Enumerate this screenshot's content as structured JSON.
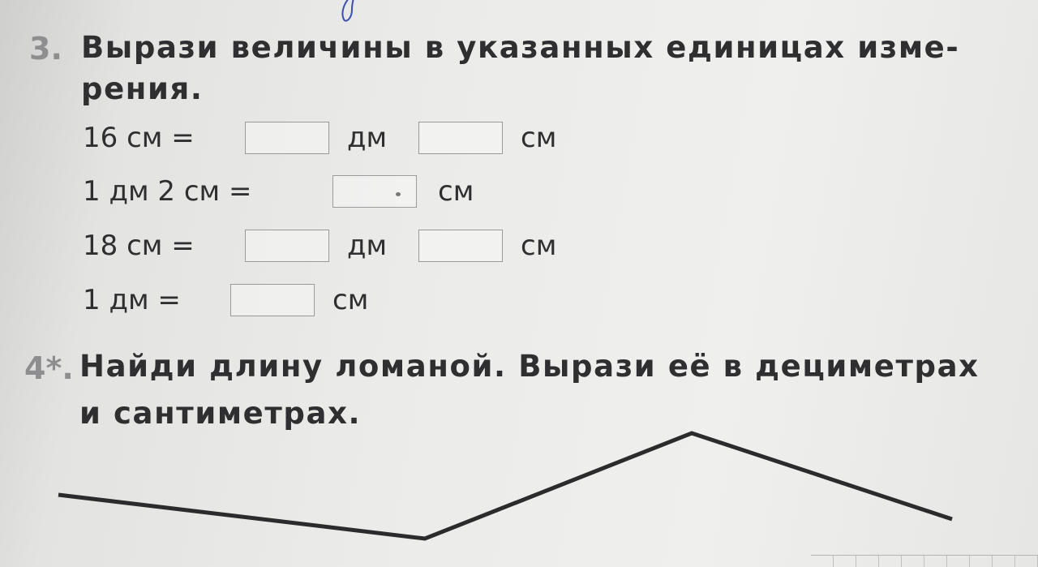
{
  "task3": {
    "number": "3.",
    "line1": "Вырази величины в указанных единицах изме-",
    "line2": "рения.",
    "rows": [
      {
        "left": "16 см =",
        "unit1": "дм",
        "unit2": "см"
      },
      {
        "left": "1 дм 2 см =",
        "unit1": "см"
      },
      {
        "left": "18 см =",
        "unit1": "дм",
        "unit2": "см"
      },
      {
        "left": "1 дм =",
        "unit1": "см"
      }
    ]
  },
  "task4": {
    "number": "4*.",
    "line1": "Найди длину ломаной. Вырази её в дециметрах",
    "line2": "и сантиметрах."
  },
  "colors": {
    "text": "#2f2f31",
    "task_number": "#8e8e90",
    "pen_ink": "#3a4fb0"
  }
}
